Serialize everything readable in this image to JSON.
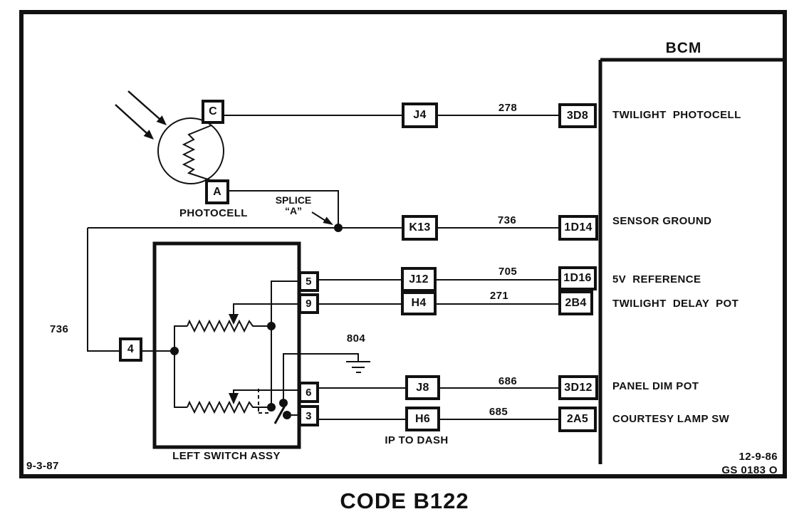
{
  "title": "CODE B122",
  "corner_notes": {
    "bottom_left_date": "9-3-87",
    "bottom_right_date": "12-9-86",
    "doc_id": "GS 0183 O"
  },
  "bcm": {
    "title": "BCM"
  },
  "rows": [
    {
      "connector": "J4",
      "circuit": "278",
      "bcm_pin": "3D8",
      "signal": "TWILIGHT  PHOTOCELL"
    },
    {
      "connector": "K13",
      "circuit": "736",
      "bcm_pin": "1D14",
      "signal": "SENSOR GROUND"
    },
    {
      "connector": "J12",
      "circuit": "705",
      "bcm_pin": "1D16",
      "signal": "5V  REFERENCE"
    },
    {
      "connector": "H4",
      "circuit": "271",
      "bcm_pin": "2B4",
      "signal": "TWILIGHT  DELAY  POT"
    },
    {
      "connector": "J8",
      "circuit": "686",
      "bcm_pin": "3D12",
      "signal": "PANEL DIM POT"
    },
    {
      "connector": "H6",
      "circuit": "685",
      "bcm_pin": "2A5",
      "signal": "COURTESY LAMP SW"
    }
  ],
  "photocell": {
    "label": "PHOTOCELL",
    "terminal_c": "C",
    "terminal_a": "A"
  },
  "splice": {
    "word": "SPLICE",
    "id": "“A”"
  },
  "left_switch": {
    "label": "LEFT SWITCH ASSY",
    "pin_4": "4",
    "pin_5": "5",
    "pin_9": "9",
    "pin_6": "6",
    "pin_3": "3"
  },
  "wire_labels": {
    "left_736": "736",
    "ground_804": "804"
  },
  "ip_to_dash": "IP TO DASH",
  "colors": {
    "ink": "#111111",
    "paper": "#ffffff"
  }
}
